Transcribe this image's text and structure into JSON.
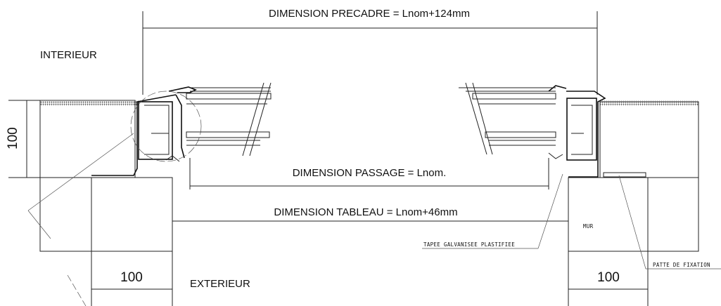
{
  "labels": {
    "dimension_precadre": "DIMENSION PRECADRE = Lnom+124mm",
    "interieur": "INTERIEUR",
    "exterieur": "EXTERIEUR",
    "dimension_passage": "DIMENSION PASSAGE = Lnom.",
    "dimension_tableau": "DIMENSION TABLEAU = Lnom+46mm",
    "tapee": "TAPEE GALVANISEE PLASTIFIEE",
    "patte": "PATTE DE FIXATION",
    "mur": "MUR",
    "dim_100_vertical": "100",
    "dim_100_left": "100",
    "dim_100_right": "100"
  },
  "colors": {
    "line": "#222222",
    "background": "#ffffff"
  }
}
